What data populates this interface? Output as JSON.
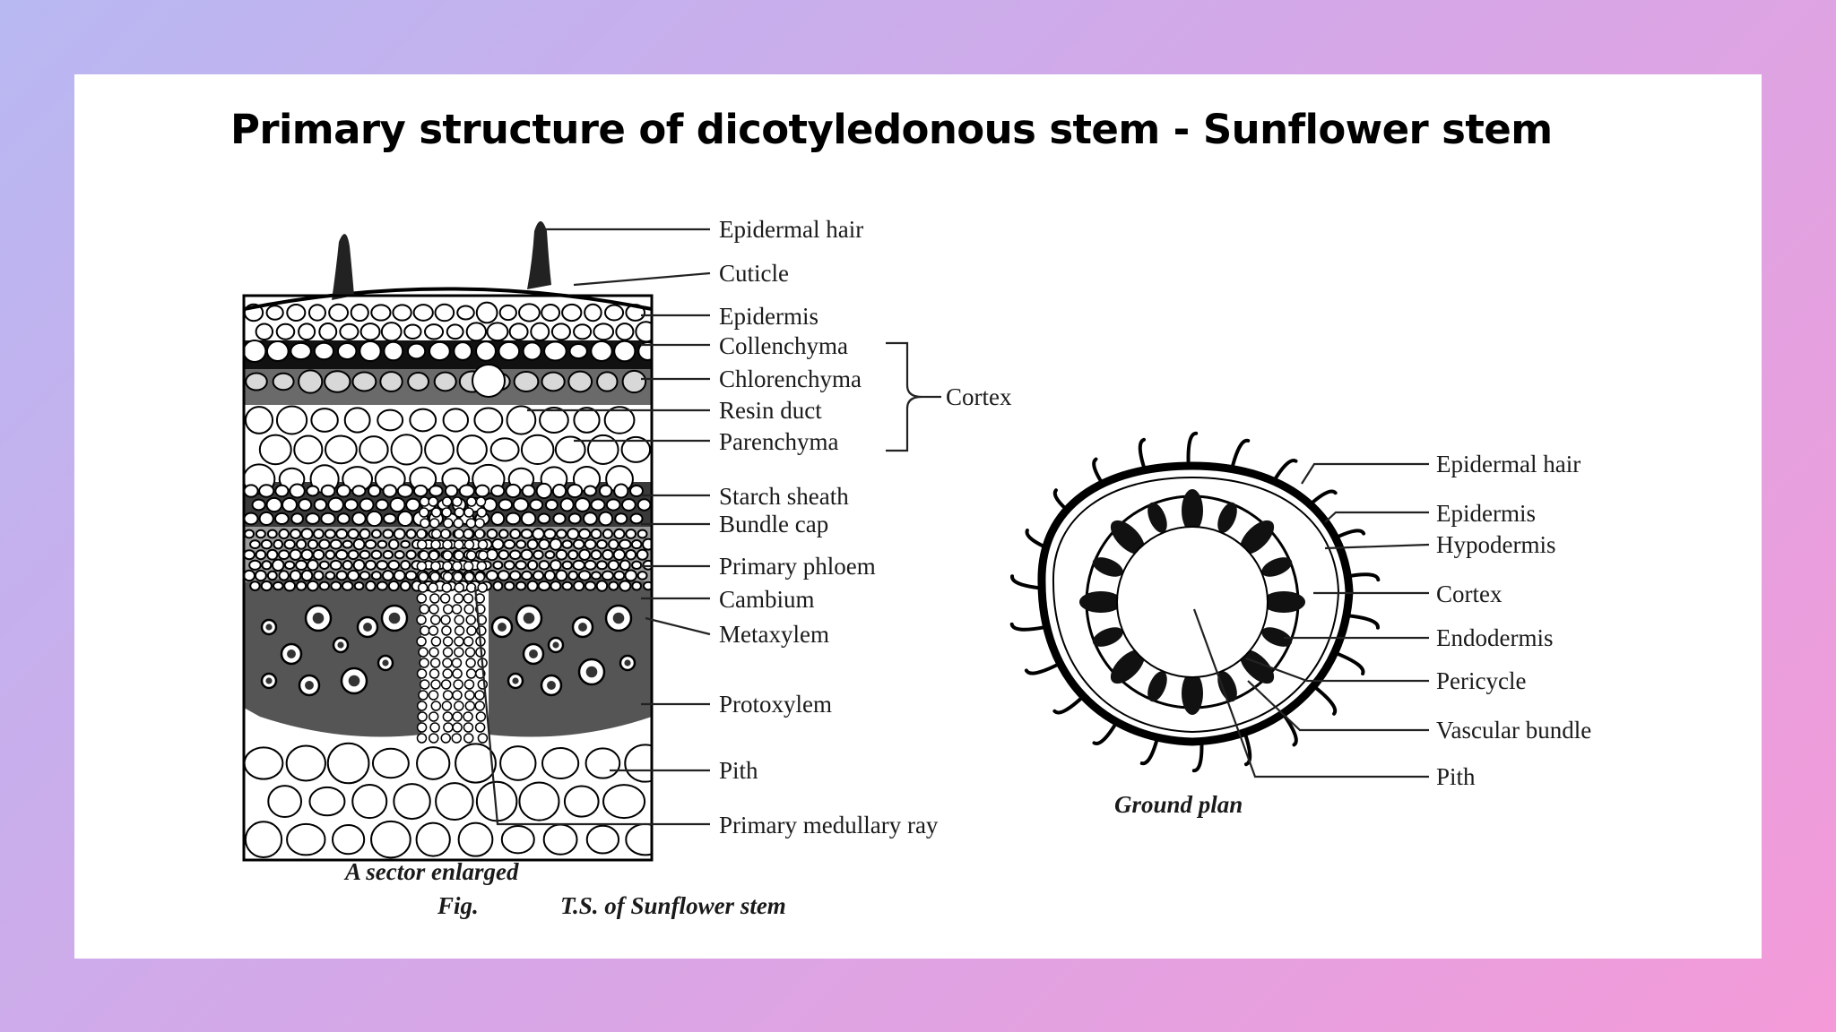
{
  "slide": {
    "title": "Primary structure of dicotyledonous stem - Sunflower stem"
  },
  "sector_figure": {
    "labels": {
      "epidermal_hair": "Epidermal hair",
      "cuticle": "Cuticle",
      "epidermis": "Epidermis",
      "collenchyma": "Collenchyma",
      "chlorenchyma": "Chlorenchyma",
      "resin_duct": "Resin duct",
      "parenchyma": "Parenchyma",
      "cortex": "Cortex",
      "starch_sheath": "Starch sheath",
      "bundle_cap": "Bundle cap",
      "primary_phloem": "Primary phloem",
      "cambium": "Cambium",
      "metaxylem": "Metaxylem",
      "protoxylem": "Protoxylem",
      "pith": "Pith",
      "primary_medullary_ray": "Primary medullary ray"
    },
    "caption": "A sector enlarged"
  },
  "ground_plan": {
    "labels": {
      "epidermal_hair": "Epidermal hair",
      "epidermis": "Epidermis",
      "hypodermis": "Hypodermis",
      "cortex": "Cortex",
      "endodermis": "Endodermis",
      "pericycle": "Pericycle",
      "vascular_bundle": "Vascular bundle",
      "pith": "Pith"
    },
    "caption": "Ground plan"
  },
  "figure_caption": {
    "prefix": "Fig.",
    "text": "T.S. of Sunflower stem"
  }
}
